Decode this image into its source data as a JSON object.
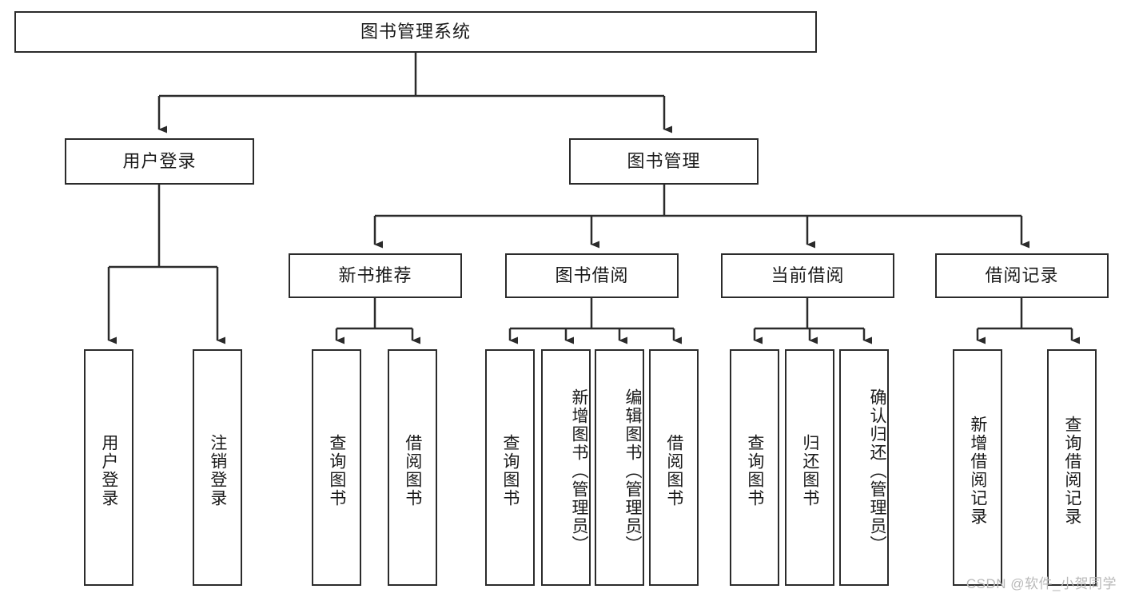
{
  "diagram": {
    "title": "图书管理系统",
    "type": "tree-hierarchy",
    "watermark": "CSDN @软件_小贺同学",
    "colors": {
      "stroke": "#2b2b2b",
      "background": "#ffffff",
      "text": "#1a1a1a",
      "watermark": "#b9b9b9"
    },
    "levels": {
      "root": {
        "label": "图书管理系统"
      },
      "level2": [
        {
          "label": "用户登录"
        },
        {
          "label": "图书管理"
        }
      ],
      "level3": [
        {
          "label": "新书推荐"
        },
        {
          "label": "图书借阅"
        },
        {
          "label": "当前借阅"
        },
        {
          "label": "借阅记录"
        }
      ],
      "leaves": {
        "user_login": [
          {
            "label": "用户登录"
          },
          {
            "label": "注销登录"
          }
        ],
        "new_book_recommend": [
          {
            "label": "查询图书"
          },
          {
            "label": "借阅图书"
          }
        ],
        "book_borrow": [
          {
            "label": "查询图书"
          },
          {
            "label": "新增图书（管理员）"
          },
          {
            "label": "编辑图书（管理员）"
          },
          {
            "label": "借阅图书"
          }
        ],
        "current_borrow": [
          {
            "label": "查询图书"
          },
          {
            "label": "归还图书"
          },
          {
            "label": "确认归还（管理员）"
          }
        ],
        "borrow_record": [
          {
            "label": "新增借阅记录"
          },
          {
            "label": "查询借阅记录"
          }
        ]
      }
    }
  }
}
